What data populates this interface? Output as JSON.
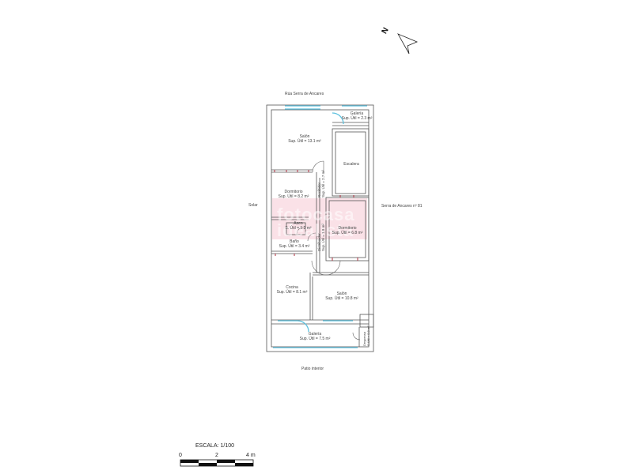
{
  "plan": {
    "street_top": "Rúa Serra de Ancares",
    "street_right": "Serra de Ancares nº 81",
    "label_left": "Solar",
    "label_bottom": "Patio interior",
    "north_label": "N"
  },
  "rooms": [
    {
      "name": "Galería",
      "area": "Sup. Útil = 2.3 m²"
    },
    {
      "name": "Salón",
      "area": "Sup. Útil = 13.1 m²"
    },
    {
      "name": "Escalera",
      "area": ""
    },
    {
      "name": "Dormitorio",
      "area": "Sup. Útil = 8.2 m²"
    },
    {
      "name": "Recibidor",
      "area": "Sup. Útil = 2.7 m²"
    },
    {
      "name": "Aseo",
      "area": "S. Útil = 1.2 m²"
    },
    {
      "name": "Baño",
      "area": "Sup. Útil = 3.4 m²"
    },
    {
      "name": "Distribuidor",
      "area": "Sup. Útil = 1.9 m²"
    },
    {
      "name": "Dormitorio",
      "area": "Sup. Útil = 6.8 m²"
    },
    {
      "name": "Cocina",
      "area": "Sup. Útil = 8.1 m²"
    },
    {
      "name": "Salón",
      "area": "Sup. Útil = 10.8 m²"
    },
    {
      "name": "Galería",
      "area": "Sup. Útil = 7.5 m²"
    },
    {
      "name": "Despensa",
      "area": "S.Útil = 0.8 m²"
    }
  ],
  "watermark": {
    "line1": "fotocasa",
    "line2": "idealista"
  },
  "scale": {
    "title": "ESCALA: 1/100",
    "ticks": [
      "0",
      "2",
      "4 m"
    ]
  },
  "colors": {
    "wall": "#555555",
    "window": "#5bc0de",
    "door_frame": "#b03040",
    "watermark": "#f0aab9"
  }
}
